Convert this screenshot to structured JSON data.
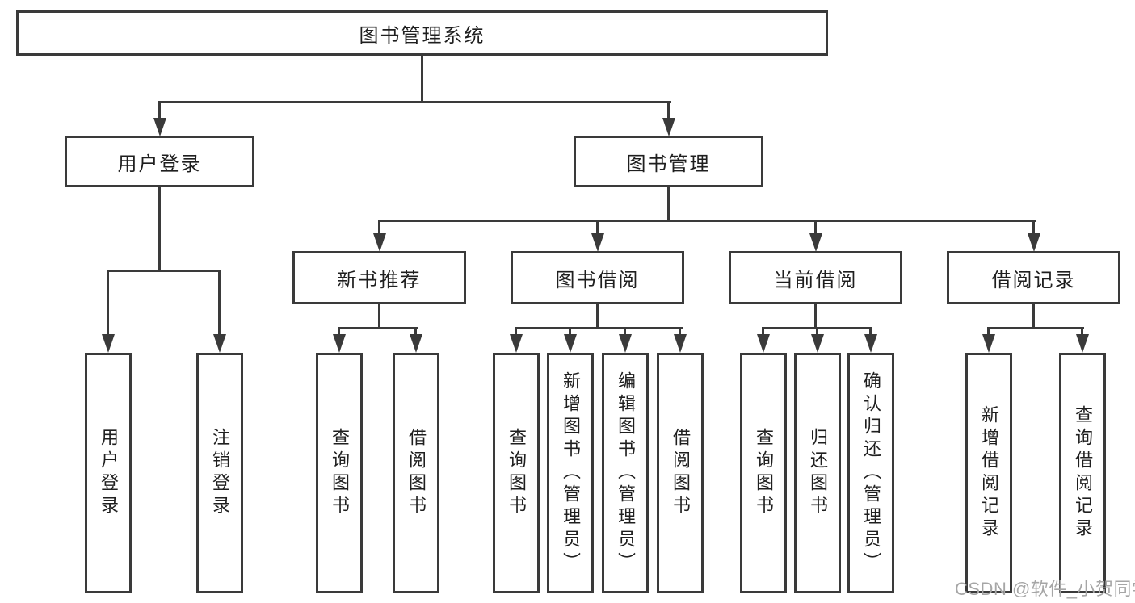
{
  "diagram_type": "hierarchy-tree",
  "tree": {
    "label": "图书管理系统",
    "children": [
      {
        "label": "用户登录",
        "children": [
          {
            "label": "用户登录"
          },
          {
            "label": "注销登录"
          }
        ]
      },
      {
        "label": "图书管理",
        "children": [
          {
            "label": "新书推荐",
            "children": [
              {
                "label": "查询图书"
              },
              {
                "label": "借阅图书"
              }
            ]
          },
          {
            "label": "图书借阅",
            "children": [
              {
                "label": "查询图书"
              },
              {
                "label": "新增图书（管理员）"
              },
              {
                "label": "编辑图书（管理员）"
              },
              {
                "label": "借阅图书"
              }
            ]
          },
          {
            "label": "当前借阅",
            "children": [
              {
                "label": "查询图书"
              },
              {
                "label": "归还图书"
              },
              {
                "label": "确认归还（管理员）"
              }
            ]
          },
          {
            "label": "借阅记录",
            "children": [
              {
                "label": "新增借阅记录"
              },
              {
                "label": "查询借阅记录"
              }
            ]
          }
        ]
      }
    ]
  },
  "watermark": {
    "text": "CSDN @软件_小贺同学"
  },
  "colors": {
    "line": "#3a3a3a",
    "text": "#1f1f1f",
    "watermark": "#a6a6a6",
    "background": "#ffffff"
  }
}
